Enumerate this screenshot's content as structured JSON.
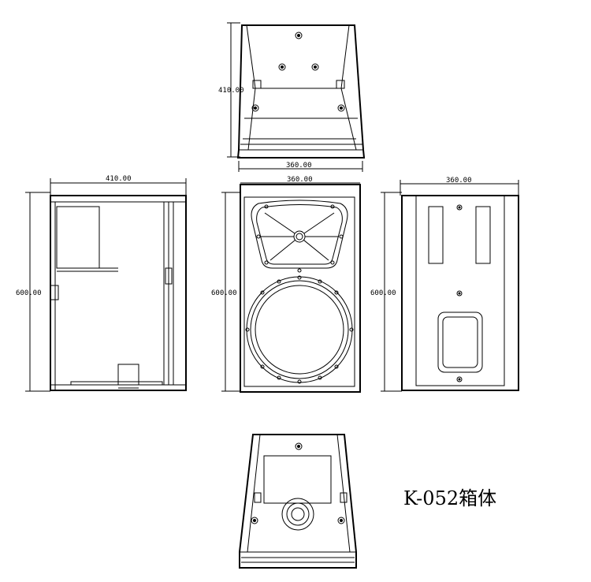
{
  "title": "K-052箱体",
  "views": {
    "top": {
      "depth_label": "410.00",
      "width_label": "360.00"
    },
    "side": {
      "depth_label": "410.00",
      "height_label": "600.00"
    },
    "front": {
      "width_label": "360.00",
      "height_label": "600.00"
    },
    "back": {
      "width_label": "360.00",
      "height_label": "600.00"
    },
    "bottom": {}
  }
}
